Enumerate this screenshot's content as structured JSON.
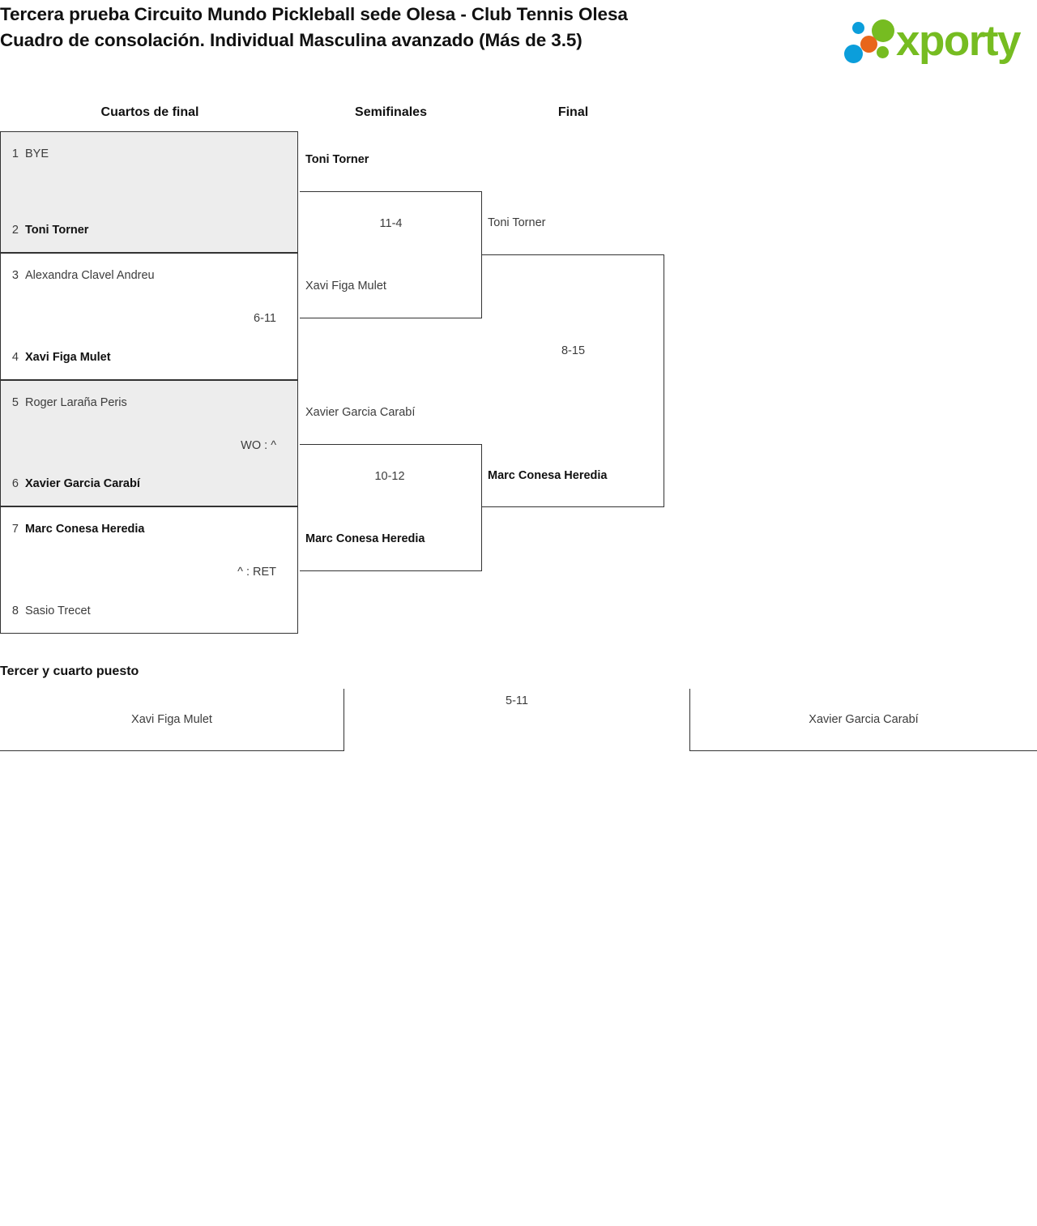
{
  "header": {
    "title_lines": [
      "Tercera prueba Circuito Mundo Pickleball sede Olesa - Club Tennis Olesa",
      "Cuadro de consolación. Individual Masculina avanzado (Más de 3.5)"
    ],
    "logo": {
      "wordmark": "xporty",
      "colors": {
        "green": "#76bc21",
        "blue": "#0b9edb",
        "orange": "#e8661a"
      }
    }
  },
  "bracket": {
    "round_headers": [
      "Cuartos de final",
      "Semifinales",
      "Final"
    ],
    "round1": {
      "matches": [
        {
          "shaded": true,
          "score": "",
          "top": {
            "seed": "1",
            "name": "BYE",
            "winner": false
          },
          "bottom": {
            "seed": "2",
            "name": "Toni Torner",
            "winner": true
          }
        },
        {
          "shaded": false,
          "score": "6-11",
          "top": {
            "seed": "3",
            "name": "Alexandra Clavel Andreu",
            "winner": false
          },
          "bottom": {
            "seed": "4",
            "name": "Xavi Figa Mulet",
            "winner": true
          }
        },
        {
          "shaded": true,
          "score": "WO : ^",
          "top": {
            "seed": "5",
            "name": "Roger Laraña Peris",
            "winner": false
          },
          "bottom": {
            "seed": "6",
            "name": "Xavier Garcia Carabí",
            "winner": true
          }
        },
        {
          "shaded": false,
          "score": "^ : RET",
          "top": {
            "seed": "7",
            "name": "Marc Conesa Heredia",
            "winner": true
          },
          "bottom": {
            "seed": "8",
            "name": "Sasio Trecet",
            "winner": false
          }
        }
      ]
    },
    "round2": {
      "matches": [
        {
          "score": "11-4",
          "top": {
            "name": "Toni Torner",
            "winner": true
          },
          "bottom": {
            "name": "Xavi Figa Mulet",
            "winner": false
          }
        },
        {
          "score": "10-12",
          "top": {
            "name": "Xavier Garcia Carabí",
            "winner": false
          },
          "bottom": {
            "name": "Marc Conesa Heredia",
            "winner": true
          }
        }
      ]
    },
    "round3": {
      "matches": [
        {
          "score": "8-15",
          "top": {
            "name": "Toni Torner",
            "winner": false
          },
          "bottom": {
            "name": "Marc Conesa Heredia",
            "winner": true
          }
        }
      ]
    }
  },
  "third_place": {
    "title": "Tercer y cuarto puesto",
    "score": "5-11",
    "left": {
      "name": "Xavi Figa Mulet"
    },
    "right": {
      "name": "Xavier Garcia Carabí"
    }
  }
}
